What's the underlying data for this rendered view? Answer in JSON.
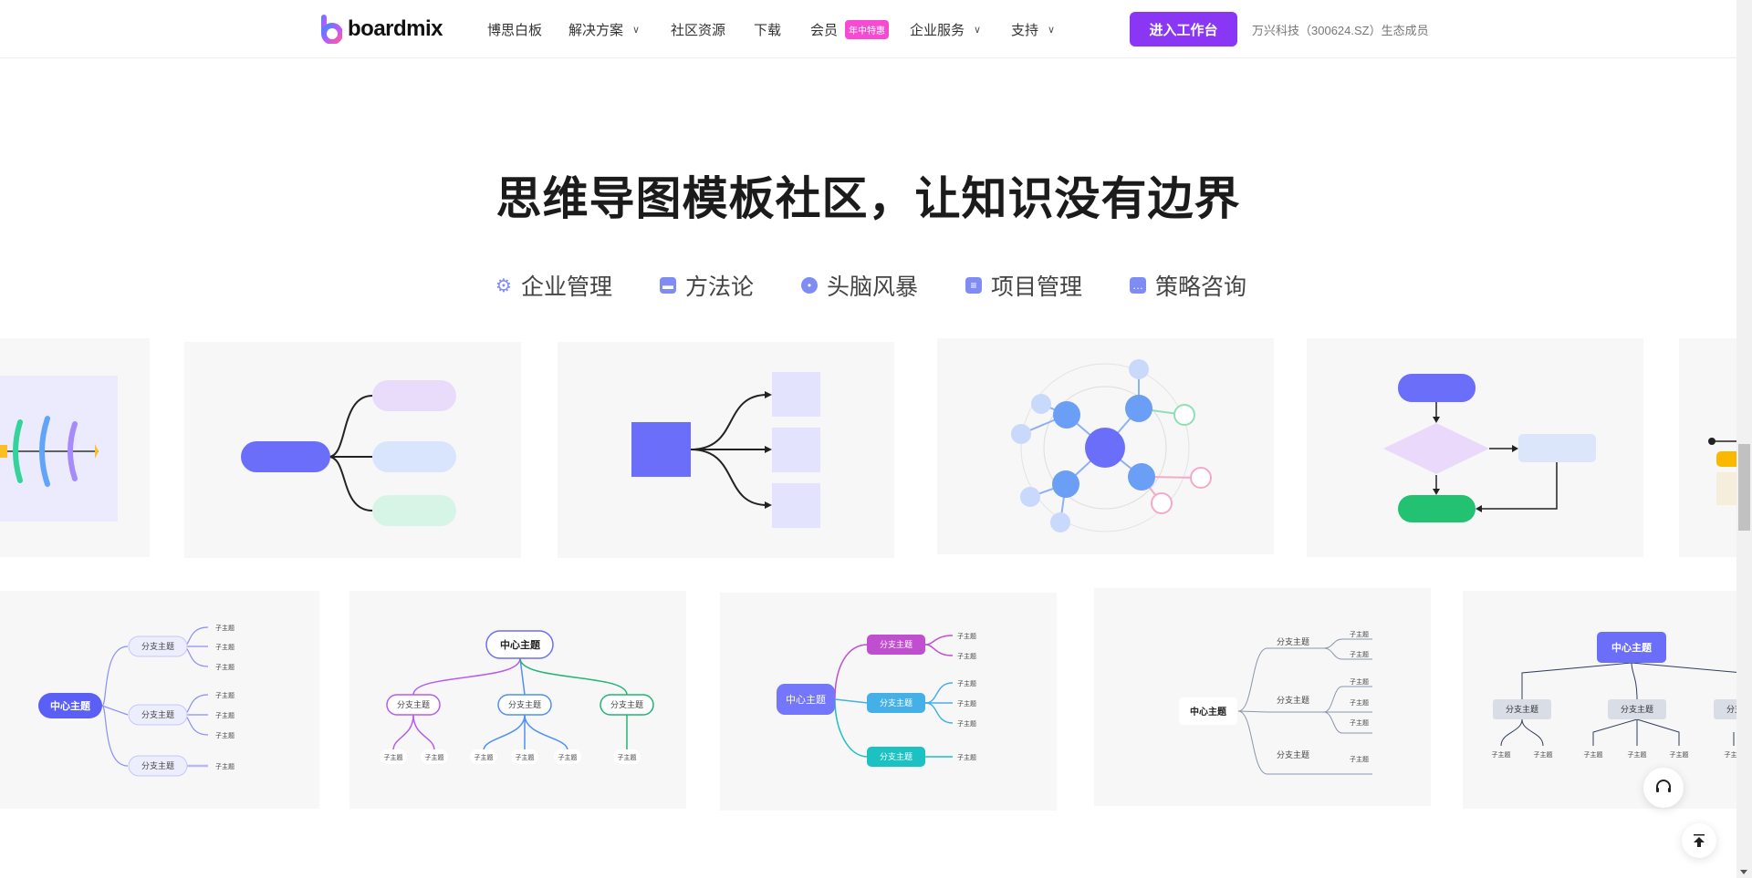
{
  "header": {
    "logo_text": "boardmix",
    "nav": [
      {
        "label": "博思白板",
        "dropdown": false
      },
      {
        "label": "解决方案",
        "dropdown": true
      },
      {
        "label": "社区资源",
        "dropdown": false
      },
      {
        "label": "下载",
        "dropdown": false
      },
      {
        "label": "会员",
        "dropdown": false,
        "badge": "年中特惠"
      },
      {
        "label": "企业服务",
        "dropdown": true
      },
      {
        "label": "支持",
        "dropdown": true
      }
    ],
    "cta": "进入工作台",
    "eco_text": "万兴科技（300624.SZ）生态成员"
  },
  "main": {
    "title": "思维导图模板社区，让知识没有边界",
    "tabs": [
      {
        "label": "企业管理",
        "icon": "gear-icon"
      },
      {
        "label": "方法论",
        "icon": "save-icon"
      },
      {
        "label": "头脑风暴",
        "icon": "lightbulb-icon"
      },
      {
        "label": "项目管理",
        "icon": "folder-icon"
      },
      {
        "label": "策略咨询",
        "icon": "chat-icon"
      }
    ]
  },
  "mindmap": {
    "center": "中心主题",
    "branch": "分支主题",
    "sub": "子主题"
  },
  "colors": {
    "accent": "#8a36f5",
    "primary_node": "#6b6ef9",
    "badge": "#f54bd2"
  }
}
